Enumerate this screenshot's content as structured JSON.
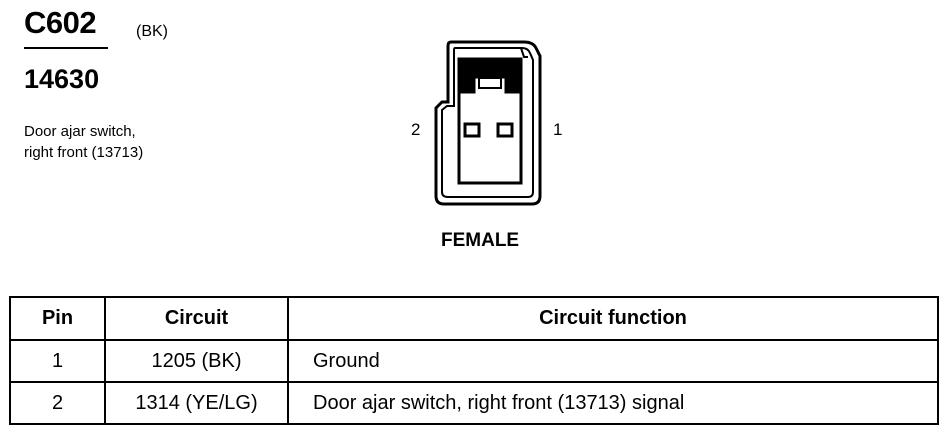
{
  "connector": {
    "id": "C602",
    "color": "(BK)",
    "part_number": "14630",
    "description_lines": [
      "Door ajar switch,",
      "right front (13713)"
    ]
  },
  "view": {
    "pin_left": "2",
    "pin_right": "1",
    "gender": "FEMALE"
  },
  "table": {
    "headers": [
      "Pin",
      "Circuit",
      "Circuit function"
    ],
    "rows": [
      {
        "pin": "1",
        "circuit": "1205 (BK)",
        "function": "Ground"
      },
      {
        "pin": "2",
        "circuit": "1314 (YE/LG)",
        "function": "Door ajar switch, right front (13713) signal"
      }
    ]
  }
}
